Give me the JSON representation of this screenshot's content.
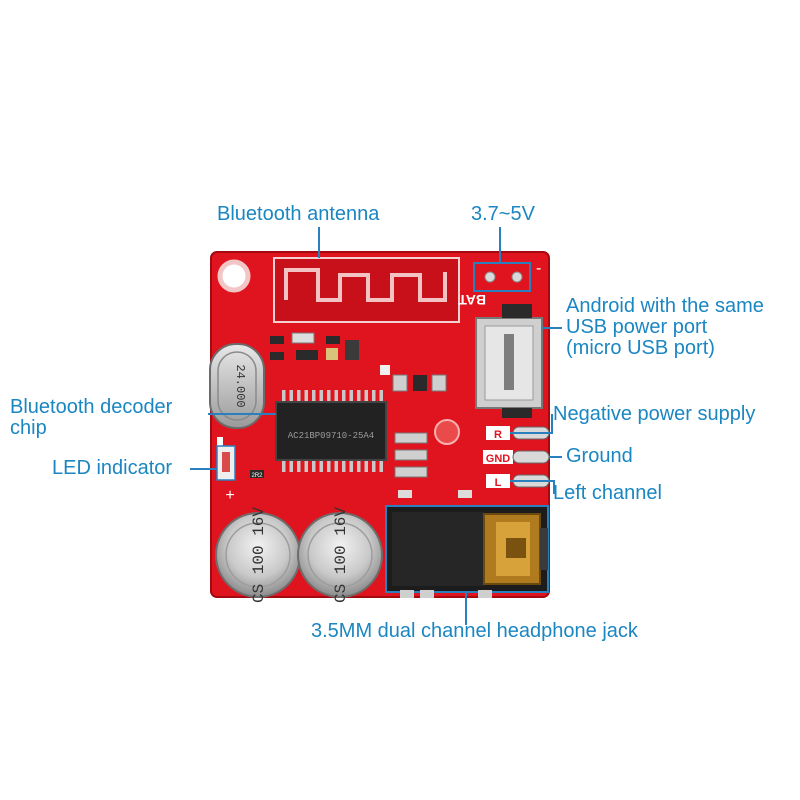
{
  "labels": {
    "antenna": "Bluetooth antenna",
    "voltage": "3.7~5V",
    "usb_line1": "Android with the same",
    "usb_line2": "USB power port",
    "usb_line3": "(micro USB port)",
    "decoder_line1": "Bluetooth decoder",
    "decoder_line2": "chip",
    "led": "LED indicator",
    "negative": "Negative power supply",
    "ground": "Ground",
    "left": "Left channel",
    "jack": "3.5MM dual channel headphone jack"
  },
  "board_text": {
    "crystal": "24.000",
    "chip": "AC21BP09710-25A4",
    "bat": "BAT",
    "pad_r": "R",
    "pad_gnd": "GND",
    "pad_l": "L",
    "plus": "+",
    "minus": "-",
    "resistor": "2R2",
    "cap_text": "CS 100 16V"
  },
  "colors": {
    "label": "#1a86c2",
    "callout": "#2a7fbf",
    "board": "#e0141e",
    "board_dark": "#b40c12",
    "pad": "#d9d9d9"
  }
}
